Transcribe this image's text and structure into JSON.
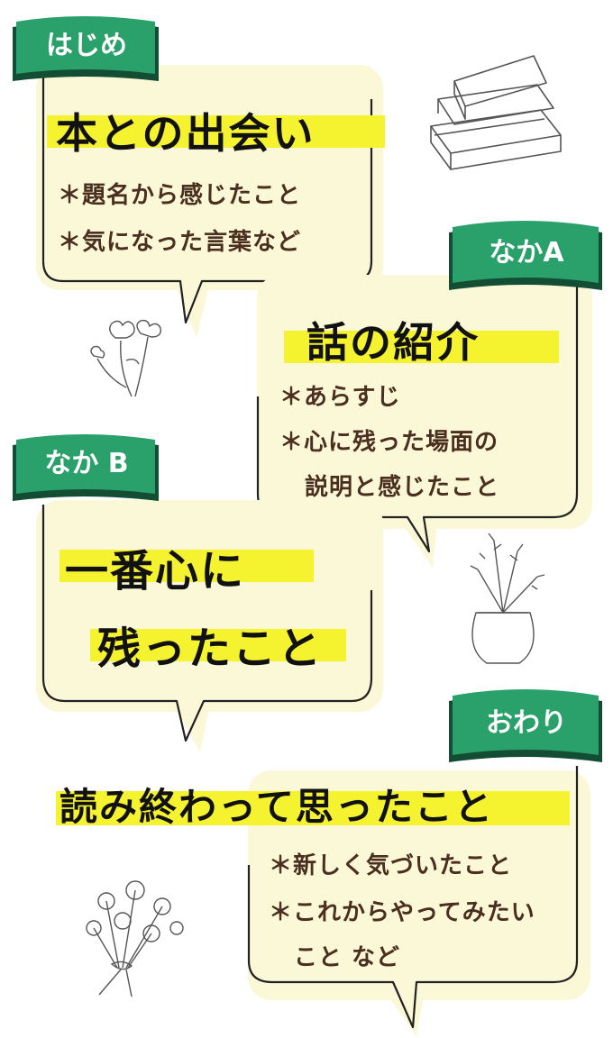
{
  "colors": {
    "badge_green": "#2aa06a",
    "badge_dark": "#134d33",
    "highlight_yellow": "#f5f230",
    "bubble_cream": "#fbf8d8",
    "item_text_brown": "#4a2e1f"
  },
  "sections": {
    "hajime": {
      "label": "はじめ",
      "heading": "本との出会い",
      "items": [
        "＊題名から感じたこと",
        "＊気になった言葉など"
      ]
    },
    "naka_a": {
      "label": "なかA",
      "heading": "話の紹介",
      "items": [
        "＊あらすじ",
        "＊心に残った場面の",
        "説明と感じたこと"
      ]
    },
    "naka_b": {
      "label": "なか B",
      "heading_lines": [
        "一番心に",
        "残ったこと"
      ]
    },
    "owari": {
      "label": "おわり",
      "heading": "読み終わって思ったこと",
      "items": [
        "＊新しく気づいたこと",
        "＊これからやってみたい",
        "こと など"
      ]
    }
  },
  "illustrations": [
    "books-icon",
    "flowers-icon",
    "vase-icon",
    "bouquet-icon"
  ]
}
